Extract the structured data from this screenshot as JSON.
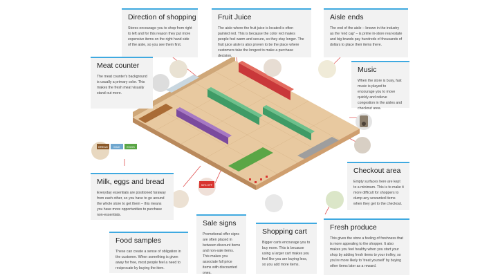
{
  "callouts": {
    "direction": {
      "title": "Direction of shopping",
      "body": "Stores encourage you to shop from right to left and for this reason they put more expensive items on the right hand side of the aisle, so you see them first."
    },
    "fruit_juice": {
      "title": "Fruit Juice",
      "body": "The aisle where the fruit juice is located is often painted red. This is because the color red makes people feel warm and secure, so they stay longer. The fruit juice aisle is also proven to be the place where customers take the longest to make a purchase decision."
    },
    "aisle_ends": {
      "title": "Aisle ends",
      "body": "The end of the aisle – known in the industry as the 'end cap' – is prime in-store real estate and big brands pay hundreds of thousands of dollars to place their items there."
    },
    "meat_counter": {
      "title": "Meat counter",
      "body": "The meat counter's background is usually a primary color. This makes the fresh meat visually stand out more."
    },
    "music": {
      "title": "Music",
      "body": "When the store is busy, fast music is played to encourage you to move quickly and relieve congestion in the aisles and checkout area."
    },
    "checkout": {
      "title": "Checkout area",
      "body": "Empty surfaces here are kept to a minimum. This is to make it more difficult for shoppers to dump any unwanted items when they get to the checkout."
    },
    "milk": {
      "title": "Milk, eggs and bread",
      "body": "Everyday essentials are positioned faraway from each other, so you have to go around the whole store to get them – this means you have more opportunities to purchase non-essentials."
    },
    "food_samples": {
      "title": "Food samples",
      "body": "These can create a sense of obligation in the customer. When something is given away for free, most people feel a need to reciprocate by buying the item."
    },
    "sale_signs": {
      "title": "Sale signs",
      "body": "Promotional offer signs are often placed in between discount items and non-sale items. This makes you associate full price items with discounted ones."
    },
    "cart": {
      "title": "Shopping cart",
      "body": "Bigger carts encourage you to buy more. This is because using a larger cart makes you feel like you are buying less, so you add more items."
    },
    "produce": {
      "title": "Fresh produce",
      "body": "This gives the store a feeling of freshness that is more appealing to the shopper. It also makes you feel healthy when you start your shop by adding fresh items to your trolley, so you're more likely to 'treat yourself' by buying other items later as a reward."
    }
  },
  "labels": {
    "bread": "BREAD",
    "milk": "MILK",
    "eggs": "EGGS",
    "sale": "50% OFF"
  },
  "colors": {
    "accent": "#3fa9e0",
    "leader": "#e05050",
    "floor": "#e8c9a0",
    "floor_edge": "#b9895c",
    "juice_red": "#c9383a",
    "shelf_purple": "#7b4a9e",
    "produce_green": "#5aa646",
    "shelf_green": "#3f9b66"
  }
}
